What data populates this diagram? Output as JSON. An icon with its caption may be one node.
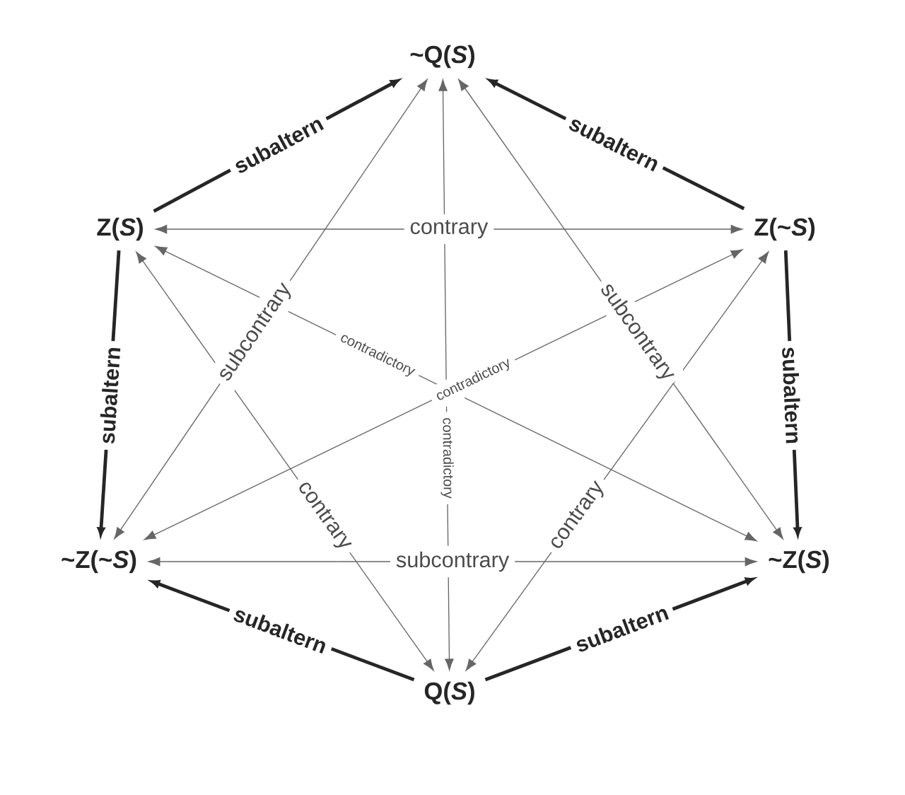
{
  "diagram": {
    "nodes": [
      {
        "text": [
          "~Q(*S*)"
        ]
      },
      {
        "text": [
          "Z(*S*)"
        ]
      },
      {
        "text": [
          "Z(~*S*)"
        ]
      },
      {
        "text": [
          "~Z(~*S*)"
        ]
      },
      {
        "text": [
          "~Z(*S*)"
        ]
      },
      {
        "text": [
          "Q(*S*)"
        ]
      }
    ],
    "edges": [
      {
        "from": 1,
        "to": 0,
        "arrow": "to",
        "label": "subaltern",
        "style": "thick"
      },
      {
        "from": 2,
        "to": 0,
        "arrow": "to",
        "label": "subaltern",
        "style": "thick"
      },
      {
        "from": 1,
        "to": 3,
        "arrow": "to",
        "label": "subaltern",
        "style": "thick"
      },
      {
        "from": 2,
        "to": 4,
        "arrow": "to",
        "label": "subaltern",
        "style": "thick"
      },
      {
        "from": 5,
        "to": 3,
        "arrow": "to",
        "label": "subaltern",
        "style": "thick"
      },
      {
        "from": 5,
        "to": 4,
        "arrow": "to",
        "label": "subaltern",
        "style": "thick"
      },
      {
        "from": 1,
        "to": 2,
        "arrow": "both",
        "label": "contrary"
      },
      {
        "from": 3,
        "to": 4,
        "arrow": "both",
        "label": "subcontrary"
      },
      {
        "from": 0,
        "to": 3,
        "arrow": "both",
        "label": "subcontrary"
      },
      {
        "from": 0,
        "to": 4,
        "arrow": "both",
        "label": "subcontrary"
      },
      {
        "from": 1,
        "to": 5,
        "arrow": "both",
        "label": "contrary"
      },
      {
        "from": 2,
        "to": 5,
        "arrow": "both",
        "label": "contrary"
      },
      {
        "from": 1,
        "to": 4,
        "arrow": "both",
        "label": "contradictory"
      },
      {
        "from": 2,
        "to": 3,
        "arrow": "both",
        "label": "contradictory"
      },
      {
        "from": 0,
        "to": 5,
        "arrow": "both",
        "label": "contradictory"
      }
    ]
  }
}
